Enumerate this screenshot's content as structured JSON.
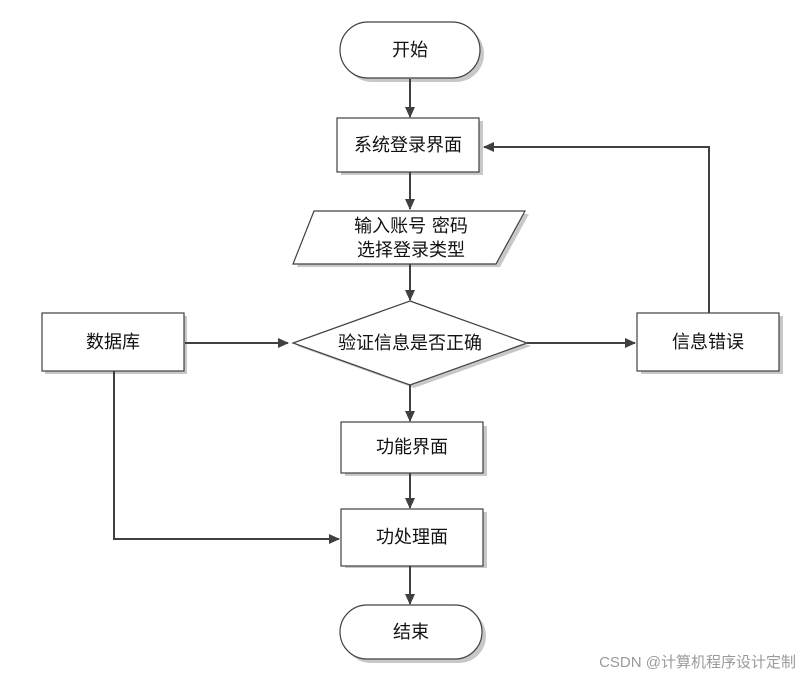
{
  "nodes": {
    "start": "开始",
    "login": "系统登录界面",
    "input_line1": "输入账号 密码",
    "input_line2": "选择登录类型",
    "verify": "验证信息是否正确",
    "database": "数据库",
    "error": "信息错误",
    "function": "功能界面",
    "process": "功处理面",
    "end": "结束"
  },
  "watermark": "CSDN @计算机程序设计定制",
  "colors": {
    "line": "#404040",
    "node_fill": "#ffffff",
    "shadow": "#c8c8c8"
  }
}
